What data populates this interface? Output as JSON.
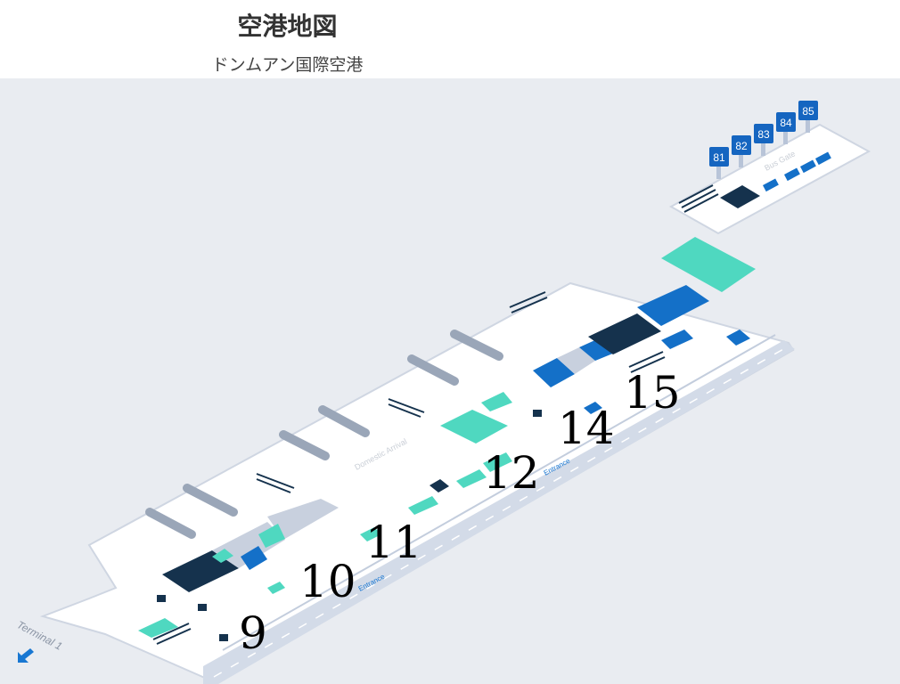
{
  "header": {
    "title": "空港地図",
    "subtitle": "ドンムアン国際空港"
  },
  "map": {
    "bus_gate_label": "Bus Gate",
    "bus_gates": [
      "81",
      "82",
      "83",
      "84",
      "85"
    ],
    "domestic_arrival_label": "Domestic Arrival",
    "entrance_labels": [
      "Entrance",
      "Entrance"
    ],
    "terminal_link": "Terminal 1",
    "door_numbers": [
      "9",
      "10",
      "11",
      "12",
      "14",
      "15"
    ],
    "colors": {
      "background": "#e9ecf1",
      "floor": "#ffffff",
      "dark": "#15324d",
      "blue": "#1470c8",
      "teal": "#4fd8c0",
      "road": "#d3dbe8"
    }
  }
}
